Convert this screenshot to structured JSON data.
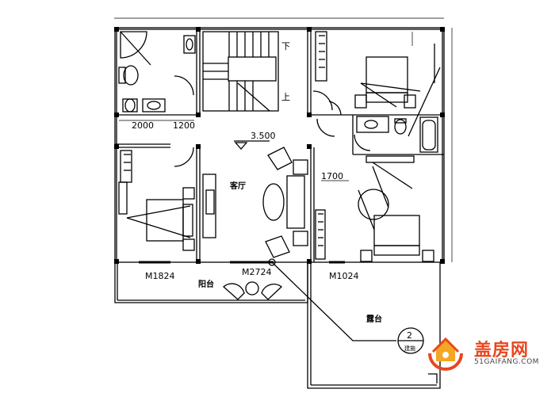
{
  "elevation": "3.500",
  "stair": {
    "down": "下",
    "up": "上"
  },
  "dims": {
    "d1": "2000",
    "d2": "1200",
    "d3": "1700"
  },
  "rooms": {
    "living": "客厅",
    "balcony": "阳台",
    "terrace": "露台"
  },
  "doors": {
    "w1": "M1824",
    "w2": "M2724",
    "w3": "M1024"
  },
  "section": {
    "number": "2",
    "sub": "建施"
  },
  "watermark": {
    "name": "盖房网",
    "url": "51GAIFANG.COM",
    "colors": {
      "brand": "#e8461f",
      "accent": "#f5a623"
    }
  }
}
